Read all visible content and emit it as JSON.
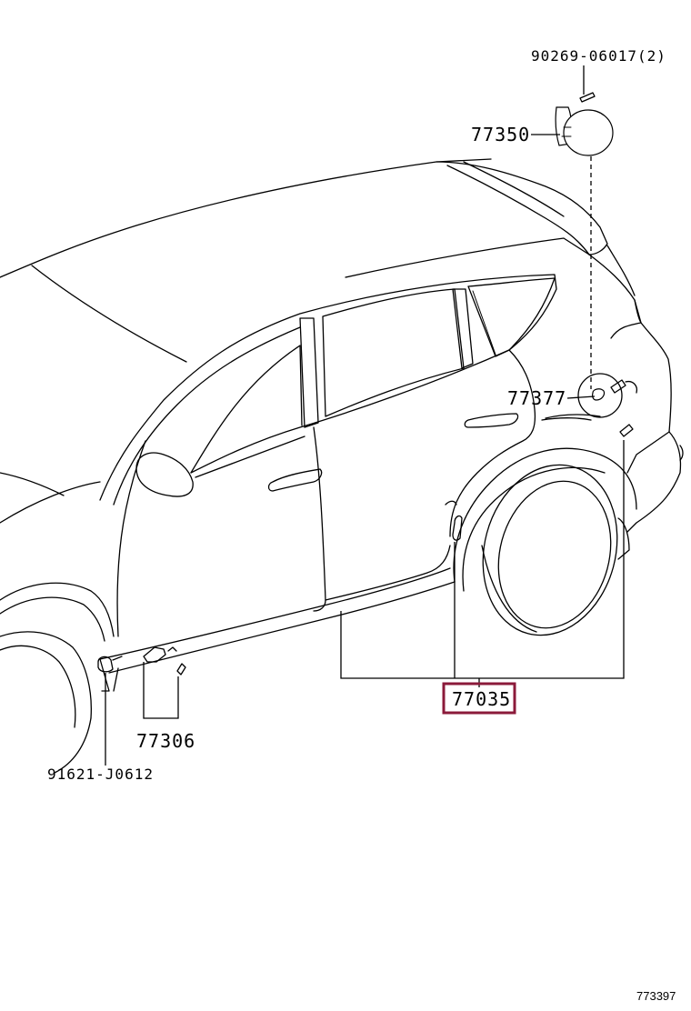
{
  "parts": {
    "fuel_door_screw": "90269-06017(2)",
    "fuel_door": "77350",
    "fuel_cap_lock": "77377",
    "lid_opener_cable": "77035",
    "opener_lever": "77306",
    "clip": "91621-J0612"
  },
  "highlighted_part": "77035",
  "highlight_color": "#8b1a3a",
  "figure_code": "773397"
}
